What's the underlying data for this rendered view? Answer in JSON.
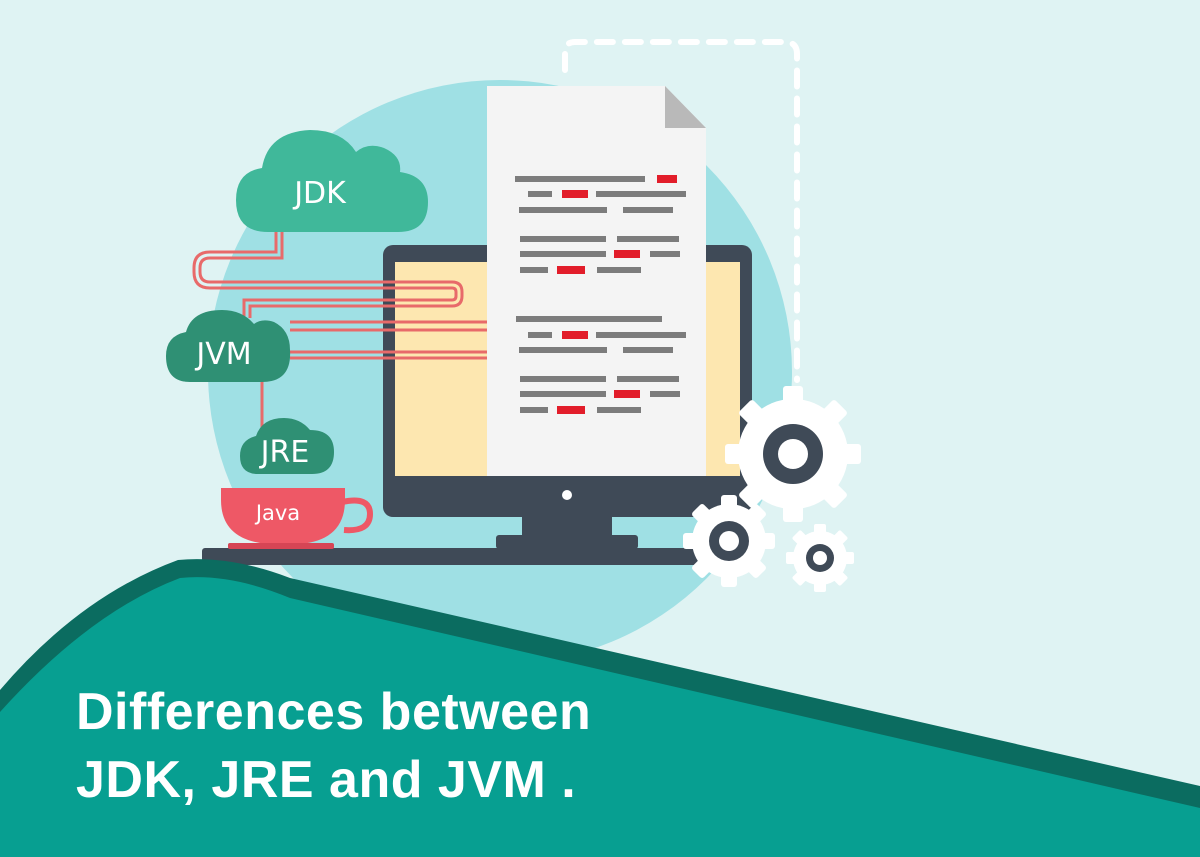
{
  "clouds": {
    "jdk": "JDK",
    "jvm": "JVM",
    "jre": "JRE"
  },
  "cup": {
    "label": "Java"
  },
  "title": {
    "line1": "Differences between",
    "line2": "JDK, JRE and JVM ."
  },
  "colors": {
    "background": "#dff3f3",
    "circle": "#9fe0e4",
    "cloud": "#40b89a",
    "cloud_dark": "#2f9074",
    "connector": "#e86a6a",
    "cup": "#ee5866",
    "monitor": "#3f4a57",
    "screen": "#fde7b0",
    "document": "#f4f4f4",
    "code_gray": "#7c7c7c",
    "code_red": "#e21d2a",
    "banner": "#079f91",
    "banner_dark": "#0b6c60"
  }
}
